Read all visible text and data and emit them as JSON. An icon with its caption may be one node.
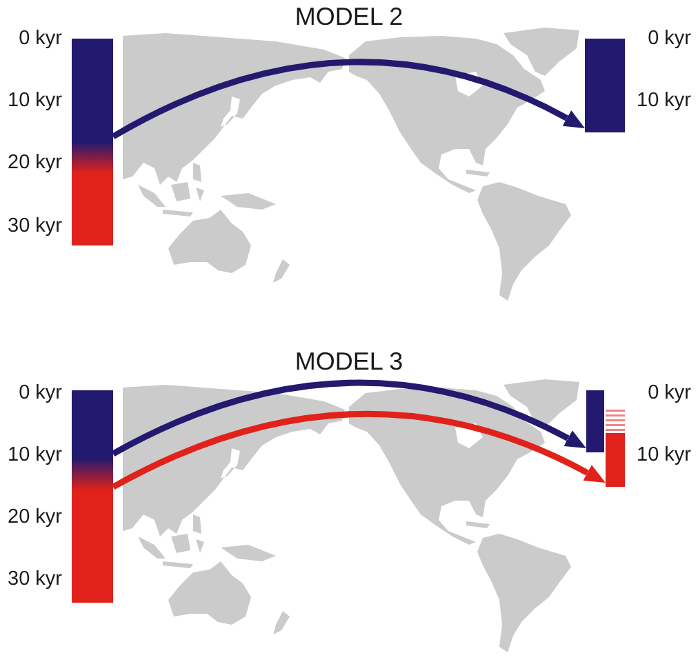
{
  "diagram": {
    "nodes": [
      {
        "text": [],
        "shape": "bar",
        "beside": [
          "0 kyr",
          "10 kyr",
          "20 kyr",
          "30 kyr"
        ]
      },
      {
        "text": [],
        "shape": "bar",
        "beside": [
          "0 kyr",
          "10 kyr"
        ]
      },
      {
        "text": [],
        "shape": "bar",
        "beside": [
          "0 kyr",
          "10 kyr",
          "20 kyr",
          "30 kyr"
        ]
      },
      {
        "text": [],
        "shape": "bar"
      },
      {
        "text": [],
        "shape": "bar",
        "beside": [
          "0 kyr",
          "10 kyr"
        ]
      }
    ],
    "edges": [
      {
        "from": 0,
        "to": 1,
        "arrow": "to"
      },
      {
        "from": 2,
        "to": 3,
        "arrow": "to"
      },
      {
        "from": 2,
        "to": 4,
        "arrow": "to",
        "color": "#e0221b"
      }
    ],
    "labels": [
      "MODEL 2",
      "MODEL 3"
    ]
  }
}
